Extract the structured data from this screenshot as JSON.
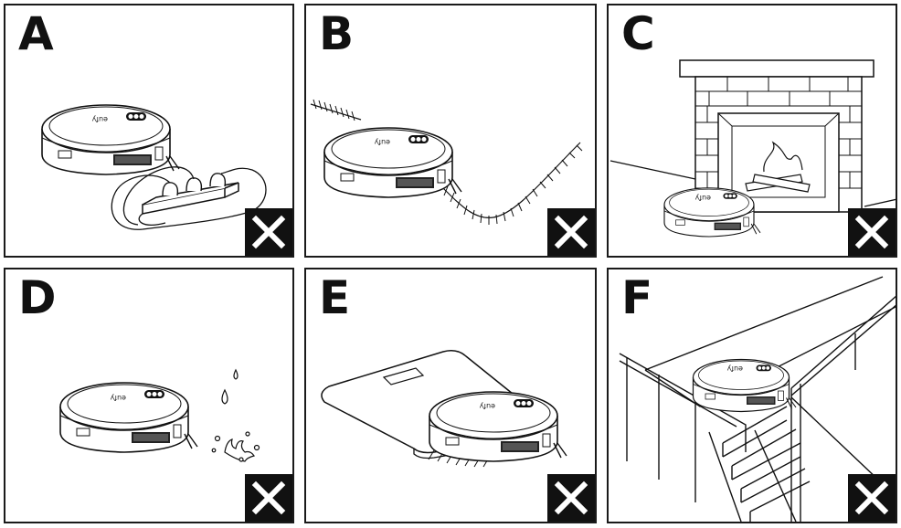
{
  "panels": [
    {
      "letter": "A",
      "brand": "eufy",
      "icon": "prohibited-x-icon"
    },
    {
      "letter": "B",
      "brand": "eufy",
      "icon": "prohibited-x-icon"
    },
    {
      "letter": "C",
      "brand": "eufy",
      "icon": "prohibited-x-icon"
    },
    {
      "letter": "D",
      "brand": "eufy",
      "icon": "prohibited-x-icon"
    },
    {
      "letter": "E",
      "brand": "eufy",
      "icon": "prohibited-x-icon"
    },
    {
      "letter": "F",
      "brand": "eufy",
      "icon": "prohibited-x-icon"
    }
  ],
  "colors": {
    "ink": "#111111",
    "background": "#ffffff"
  }
}
